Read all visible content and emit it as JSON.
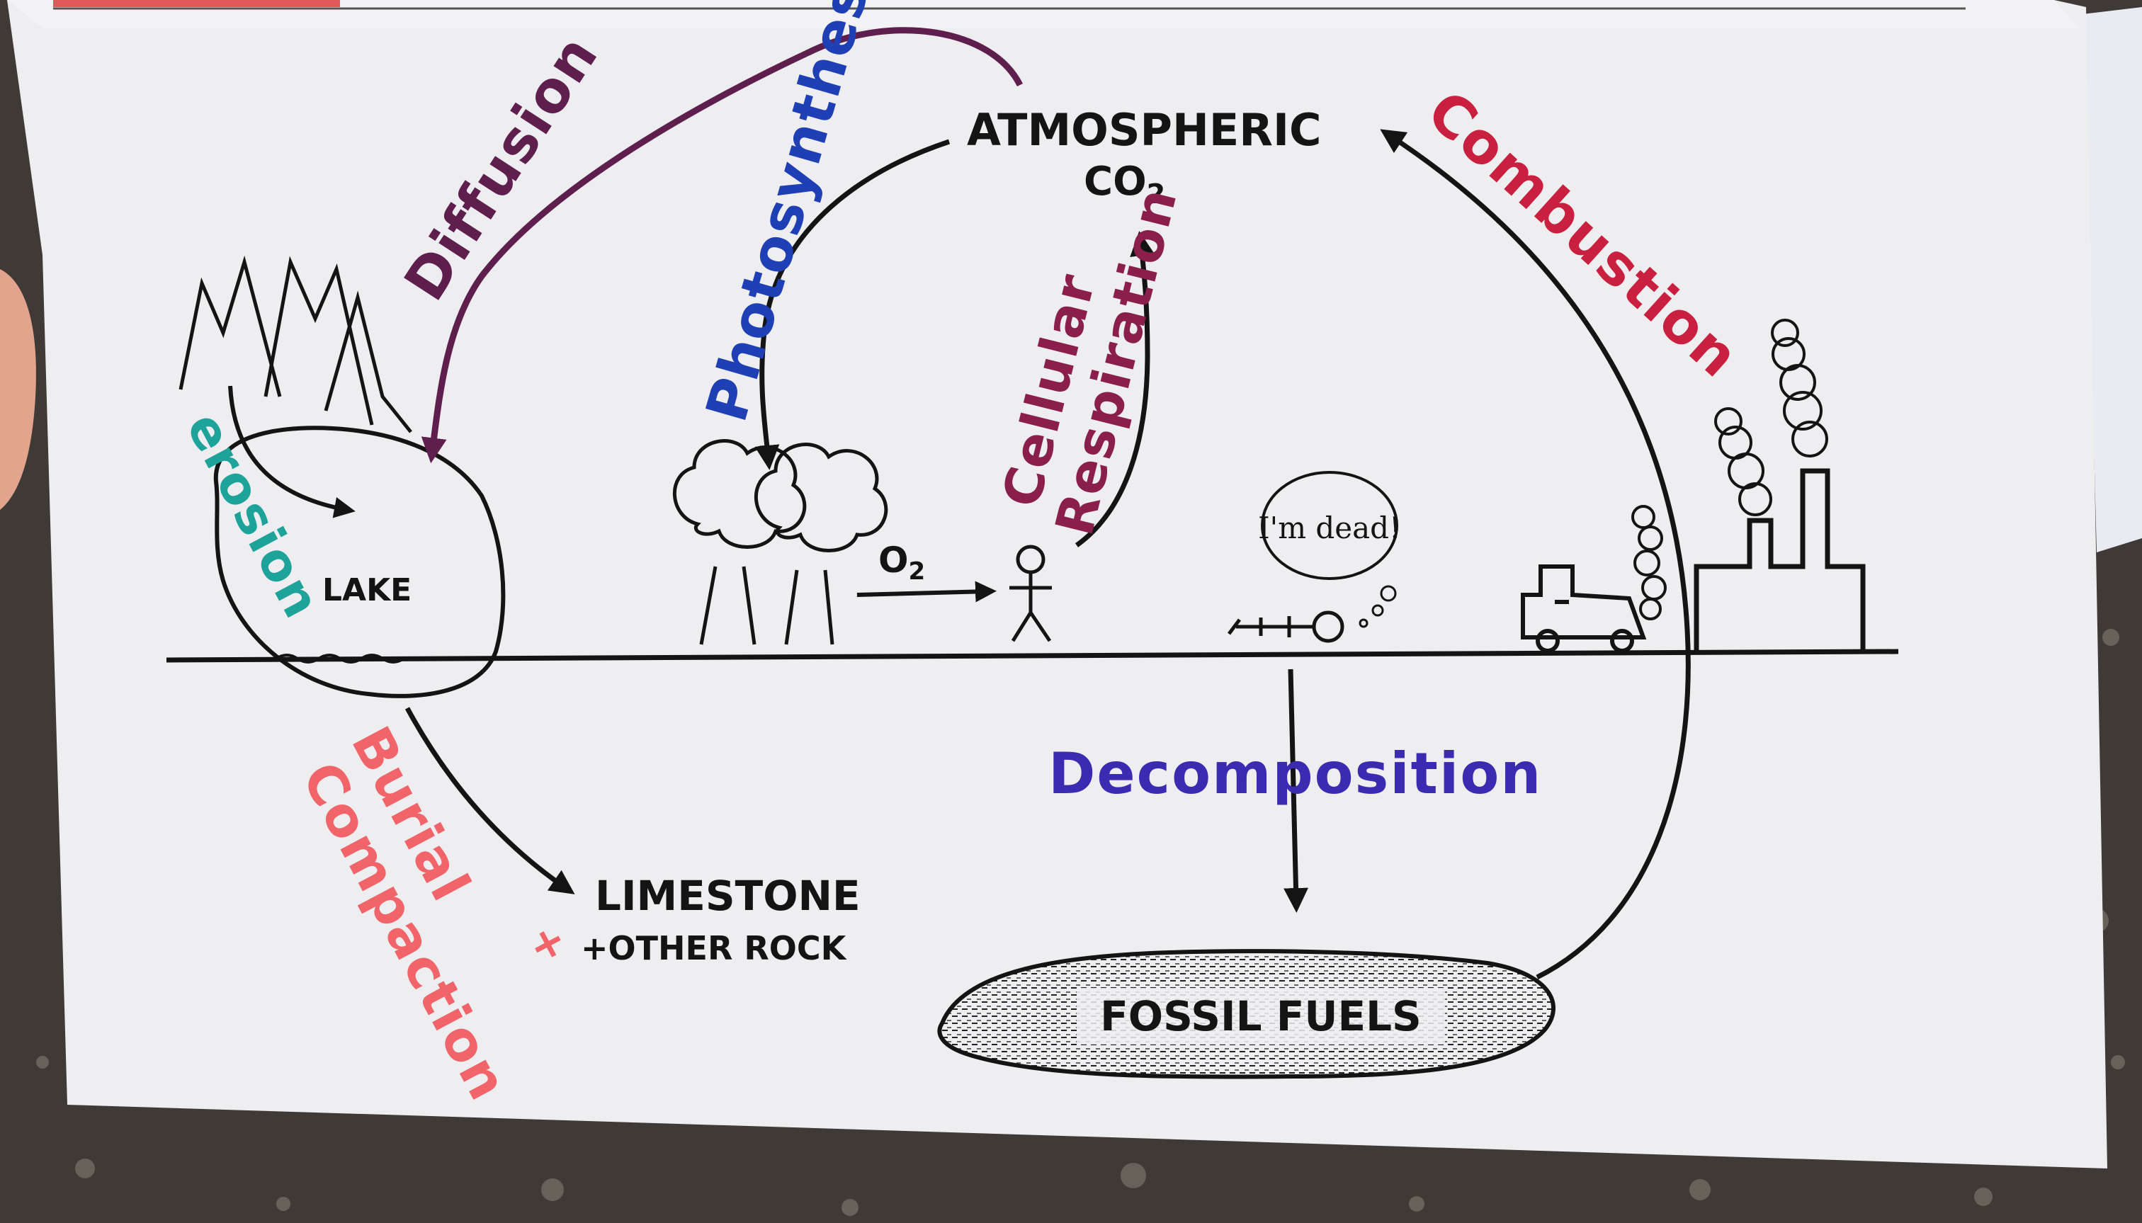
{
  "diagram": {
    "nodes": {
      "atmosphere_line1": "ATMOSPHERIC",
      "atmosphere_line2": "CO",
      "atmosphere_sub": "2",
      "lake": "LAKE",
      "limestone_line1": "LIMESTONE",
      "limestone_line2": "+OTHER ROCK",
      "fossil_fuels": "FOSSIL FUELS",
      "o2": "O",
      "o2_sub": "2",
      "speech": "I'm dead!"
    },
    "processes": {
      "diffusion": "Diffusion",
      "photosynthesis": "Photosynthesis",
      "cellular": "Cellular",
      "respiration": "Respiration",
      "combustion": "Combustion",
      "erosion": "erosion",
      "burial": "Burial",
      "plus": "+",
      "compaction": "Compaction",
      "decomposition": "Decomposition"
    },
    "colors": {
      "paper": "#eeedf0",
      "ink": "#141414",
      "diffusion": "#5e1f4e",
      "photosynthesis": "#1f3fb5",
      "respiration": "#8a1f4b",
      "combustion": "#c8203e",
      "erosion": "#1ea39a",
      "burial": "#f0646a",
      "decomposition": "#3a2bb0"
    }
  }
}
